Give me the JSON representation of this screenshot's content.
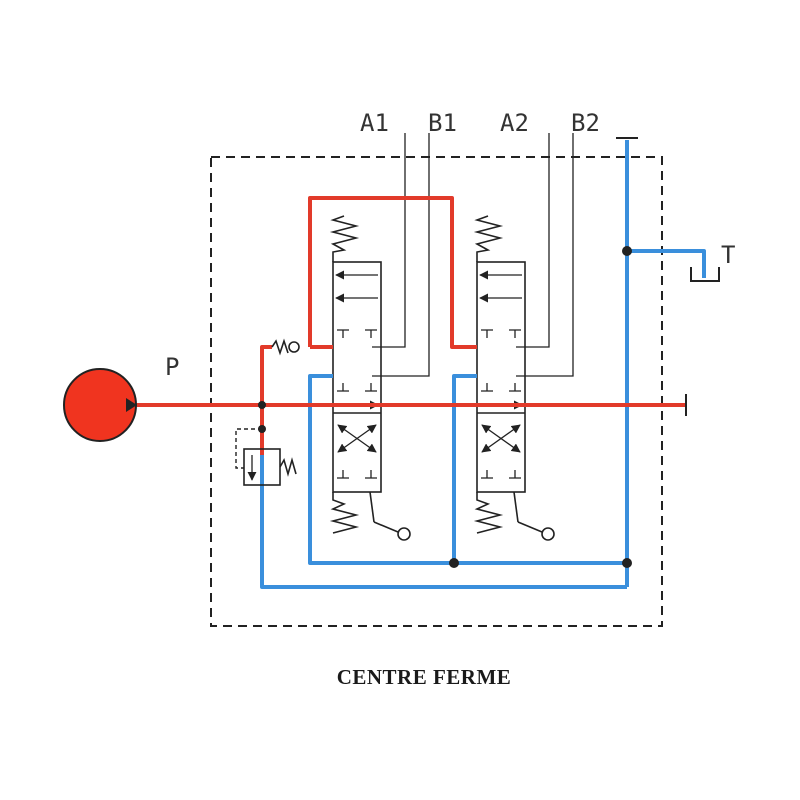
{
  "ports": {
    "a1": "A1",
    "b1": "B1",
    "a2": "A2",
    "b2": "B2",
    "p": "P",
    "t": "T"
  },
  "caption": "CENTRE FERME",
  "colors": {
    "pressure_line": "#e23a2a",
    "return_line": "#3a8fdc",
    "pump_fill": "#f0341f",
    "outline": "#222222"
  }
}
